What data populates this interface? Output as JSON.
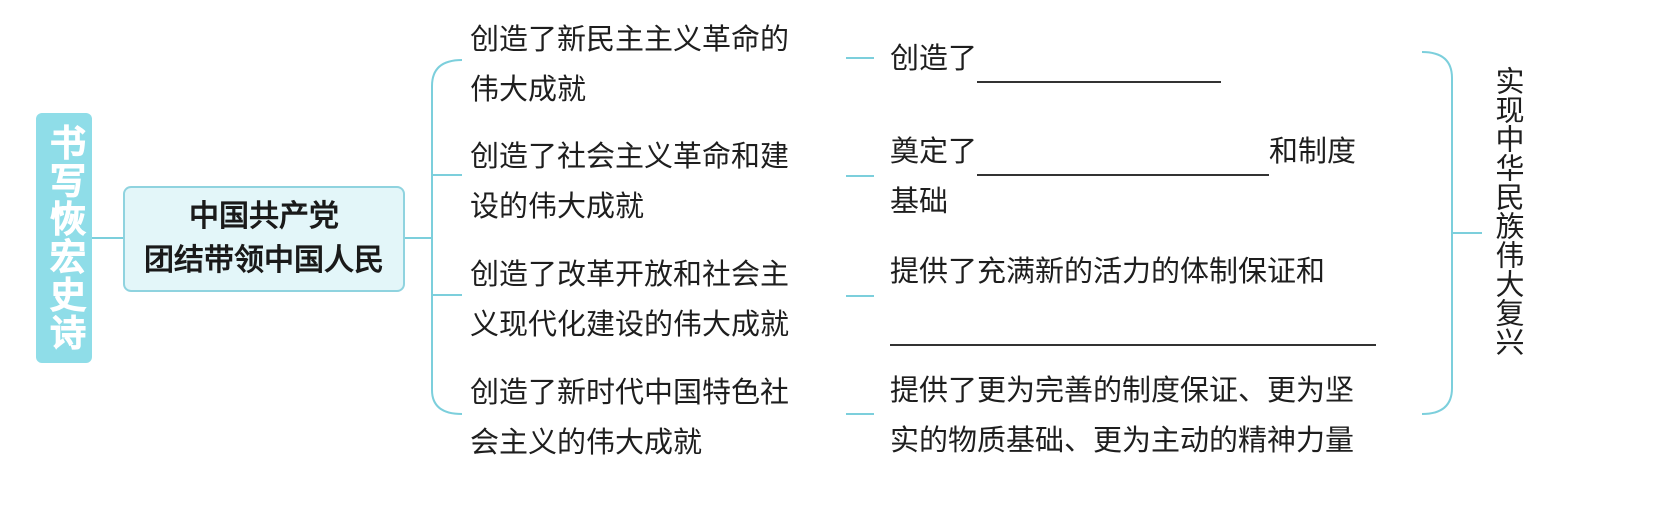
{
  "title": "书写恢宏史诗",
  "center": {
    "line1": "中国共产党",
    "line2": "团结带领中国人民"
  },
  "branches": [
    {
      "achievement": [
        "创造了新民主主义革命的",
        "伟大成就"
      ],
      "significance_prefix": "创造了",
      "significance_suffix": "",
      "significance_line2": ""
    },
    {
      "achievement": [
        "创造了社会主义革命和建",
        "设的伟大成就"
      ],
      "significance_prefix": "奠定了",
      "significance_suffix": "和制度",
      "significance_line2": "基础"
    },
    {
      "achievement": [
        "创造了改革开放和社会主",
        "义现代化建设的伟大成就"
      ],
      "significance_prefix": "提供了充满新的活力的体制保证和",
      "significance_suffix": "",
      "significance_line2": ""
    },
    {
      "achievement": [
        "创造了新时代中国特色社",
        "会主义的伟大成就"
      ],
      "significance_prefix": "提供了更为完善的制度保证、更为坚",
      "significance_suffix": "",
      "significance_line2": "实的物质基础、更为主动的精神力量"
    }
  ],
  "outcome": "实现中华民族伟大复兴",
  "colors": {
    "accent": "#8fdde8",
    "connector": "#7ccfdc",
    "center_fill": "#e3f6f9"
  }
}
